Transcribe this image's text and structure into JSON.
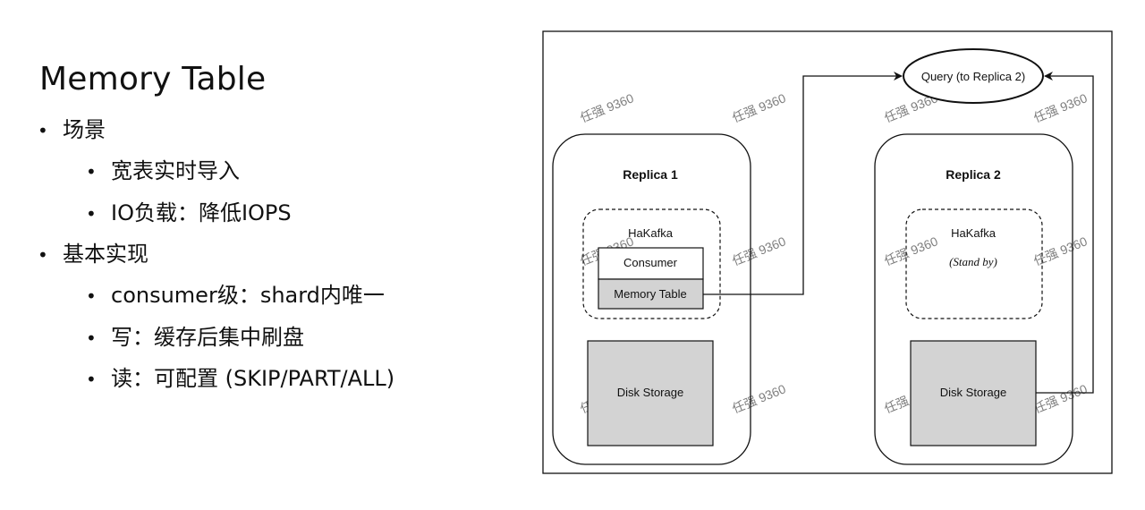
{
  "slide": {
    "title": "Memory Table",
    "bullets": [
      {
        "level": 1,
        "text": "场景"
      },
      {
        "level": 2,
        "text": "宽表实时导入"
      },
      {
        "level": 2,
        "text": "IO负载：降低IOPS"
      },
      {
        "level": 1,
        "text": "基本实现"
      },
      {
        "level": 2,
        "text": "consumer级：shard内唯一"
      },
      {
        "level": 2,
        "text": "写：缓存后集中刷盘"
      },
      {
        "level": 2,
        "text": "读：可配置 (SKIP/PART/ALL)"
      }
    ],
    "bullet_symbol": "•"
  },
  "diagram": {
    "query_label": "Query (to Replica 2)",
    "replica1": {
      "title": "Replica 1",
      "hakafka": "HaKafka",
      "consumer": "Consumer",
      "memory_table": "Memory Table",
      "disk": "Disk Storage"
    },
    "replica2": {
      "title": "Replica 2",
      "hakafka": "HaKafka",
      "standby": "(Stand by)",
      "disk": "Disk Storage"
    },
    "watermark": "任强 9360"
  },
  "colors": {
    "storage_fill": "#d3d3d3",
    "stroke": "#111111",
    "background": "#ffffff"
  }
}
